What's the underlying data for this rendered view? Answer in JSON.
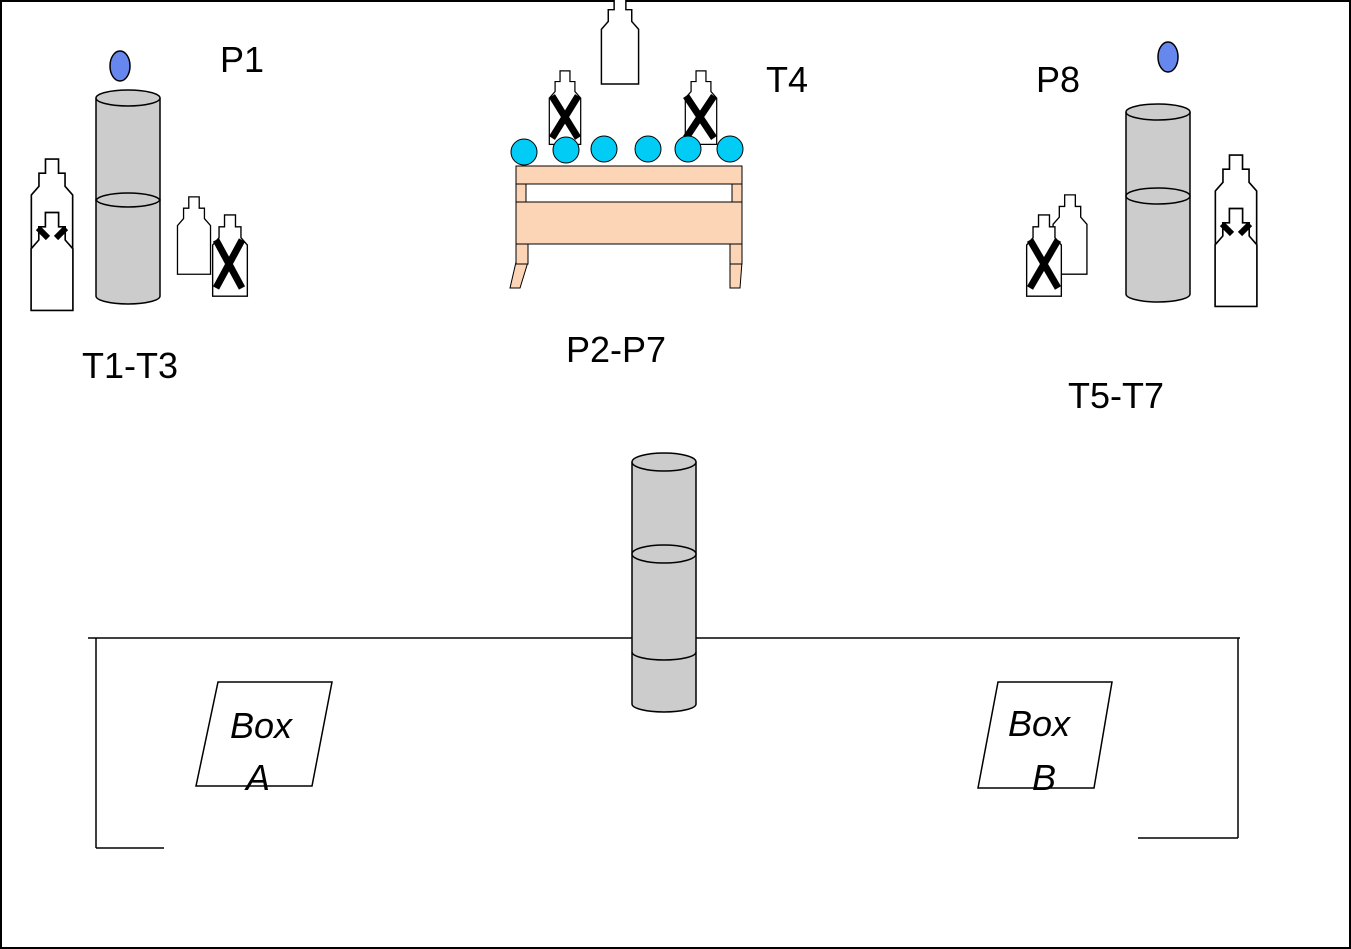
{
  "labels": {
    "p1": "P1",
    "t1_t3": "T1-T3",
    "p2_p7": "P2-P7",
    "t4": "T4",
    "p8": "P8",
    "t5_t7": "T5-T7",
    "box_a_1": "Box",
    "box_a_2": "A",
    "box_b_1": "Box",
    "box_b_2": "B"
  },
  "colors": {
    "barrel_fill": "#cccccc",
    "table_fill": "#fbd5b5",
    "popper_blue": "#6688ee",
    "plate_cyan": "#00ccf5",
    "line": "#000000"
  }
}
